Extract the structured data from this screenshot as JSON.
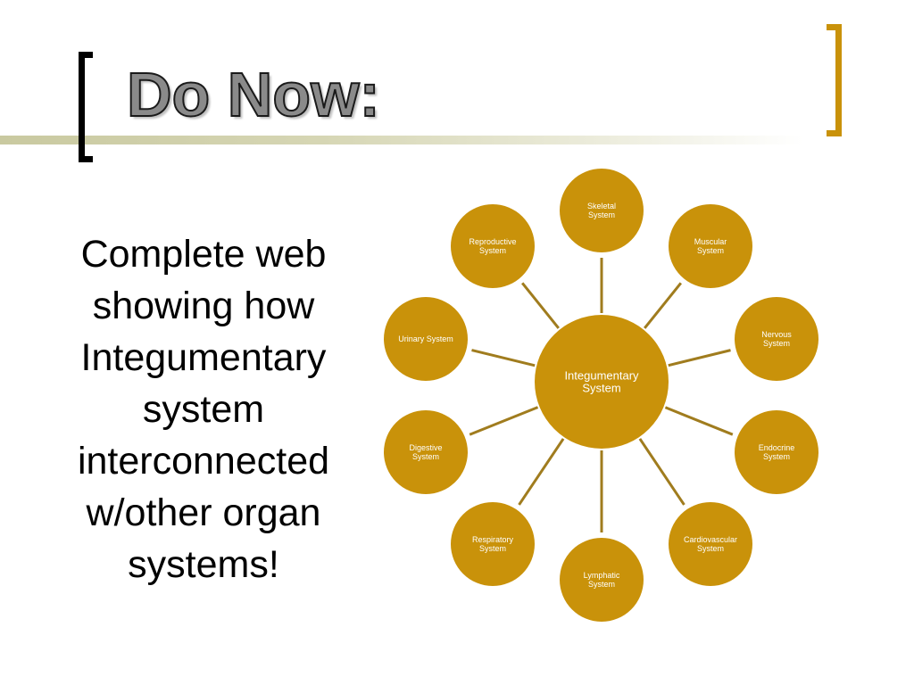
{
  "slide": {
    "title": "Do Now:",
    "instructions": "Complete web showing how Integumentary system interconnected w/other organ systems!"
  },
  "colors": {
    "node_fill": "#c9920a",
    "connector": "#a07c1e",
    "title_fill": "#8a8a8a",
    "bracket_accent": "#c9920a"
  },
  "web": {
    "center": {
      "label_lines": [
        "Integumentary",
        "System"
      ]
    },
    "nodes": [
      {
        "id": "skeletal",
        "label_lines": [
          "Skeletal",
          "System"
        ]
      },
      {
        "id": "muscular",
        "label_lines": [
          "Muscular",
          "System"
        ]
      },
      {
        "id": "nervous",
        "label_lines": [
          "Nervous",
          "System"
        ]
      },
      {
        "id": "endocrine",
        "label_lines": [
          "Endocrine",
          "System"
        ]
      },
      {
        "id": "cardiovascular",
        "label_lines": [
          "Cardiovascular",
          "System"
        ]
      },
      {
        "id": "lymphatic",
        "label_lines": [
          "Lymphatic",
          "System"
        ]
      },
      {
        "id": "respiratory",
        "label_lines": [
          "Respiratory",
          "System"
        ]
      },
      {
        "id": "digestive",
        "label_lines": [
          "Digestive",
          "System"
        ]
      },
      {
        "id": "urinary",
        "label_lines": [
          "Urinary System"
        ]
      },
      {
        "id": "reproductive",
        "label_lines": [
          "Reproductive",
          "System"
        ]
      }
    ]
  }
}
